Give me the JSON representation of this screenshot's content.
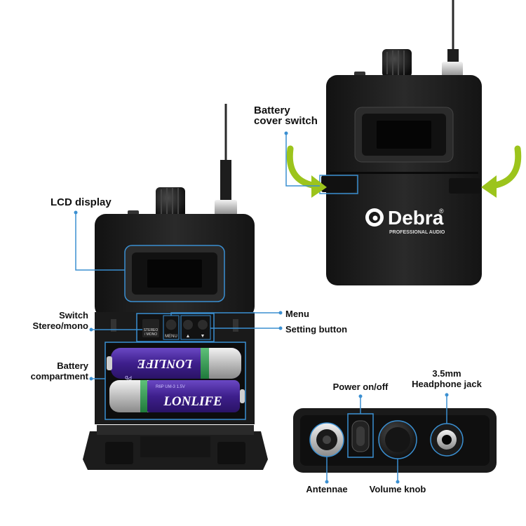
{
  "labels": {
    "lcd_display": "LCD display",
    "battery_cover_switch_1": "Battery",
    "battery_cover_switch_2": "cover switch",
    "switch_1": "Switch",
    "switch_2": "Stereo/mono",
    "menu": "Menu",
    "setting_button": "Setting button",
    "battery_compartment_1": "Battery",
    "battery_compartment_2": "compartment",
    "power": "Power on/off",
    "headphone_1": "3.5mm",
    "headphone_2": "Headphone jack",
    "antennae": "Antennae",
    "volume_knob": "Volume knob"
  },
  "device_text": {
    "stereo_mono_1": "STEREO",
    "stereo_mono_2": "/ MONO",
    "menu_btn": "MENU",
    "up_btn": "▲",
    "down_btn": "▼"
  },
  "brand": {
    "name": "Debra",
    "registered": "®",
    "tagline": "PROFESSIONAL AUDIO"
  },
  "battery_print": {
    "top": "LONLIFE",
    "bottom": "LONLIFE",
    "spec": "R6P UM-3 1.5V",
    "pb": "Pb"
  },
  "colors": {
    "accent_line": "#3a8fd1",
    "arrow_green": "#9cc41c",
    "body_black": "#1b1b1b",
    "battery_purple": "#4b2a9a"
  }
}
